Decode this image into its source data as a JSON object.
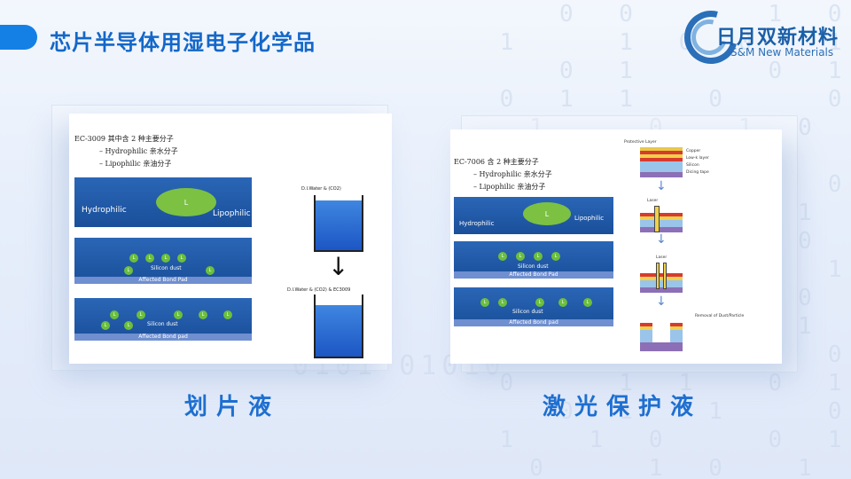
{
  "header": {
    "title": "芯片半导体用湿电子化学品"
  },
  "logo": {
    "name_cn": "日月双新材料",
    "name_en": "S&M  New Materials"
  },
  "left_panel": {
    "doc_title": "EC-3009 其中含 2 种主要分子",
    "doc_line1": "– Hydrophilic 亲水分子",
    "doc_line2": "– Lipophilic 亲油分子",
    "slab1_left": "Hydrophilic",
    "slab1_right": "Lipophilic",
    "ellipse_label": "L",
    "slab2_center": "Silicon dust",
    "slab2_pad": "Affected Bond Pad",
    "slab3_center": "Silicon dust",
    "slab3_pad": "Affected Bond pad",
    "beaker1_caption": "D.I.Water & (CO2)",
    "beaker2_caption": "D.I.Water & (CO2) & EC3009",
    "dot_label": "L",
    "caption": "划片液"
  },
  "right_panel": {
    "doc_title": "EC-7006 含 2 种主要分子",
    "doc_line1": "– Hydrophilic 亲水分子",
    "doc_line2": "– Lipophilic 亲油分子",
    "slab1_left": "Hydrophilic",
    "slab1_right": "Lipophilic",
    "ellipse_label": "L",
    "slab2_center": "Silicon dust",
    "slab2_pad": "Affected Bond Pad",
    "slab3_center": "Silicon dust",
    "slab3_pad": "Affected Bond pad",
    "dot_label": "L",
    "stack_protect": "Protective Layer",
    "stack_copper": "Copper",
    "stack_lowk": "Low-k layer",
    "stack_silicon": "Silicon",
    "stack_dicing": "Dicing tape",
    "laser1": "Laser",
    "laser2": "Laser",
    "removal": "Removal of Dust/Particle",
    "caption": "激光保护液"
  },
  "colors": {
    "title_blue": "#1367c8",
    "caption_blue": "#1e6fd0",
    "slab_blue": "#1a4f9a",
    "ellipse_green": "#7cc142"
  }
}
